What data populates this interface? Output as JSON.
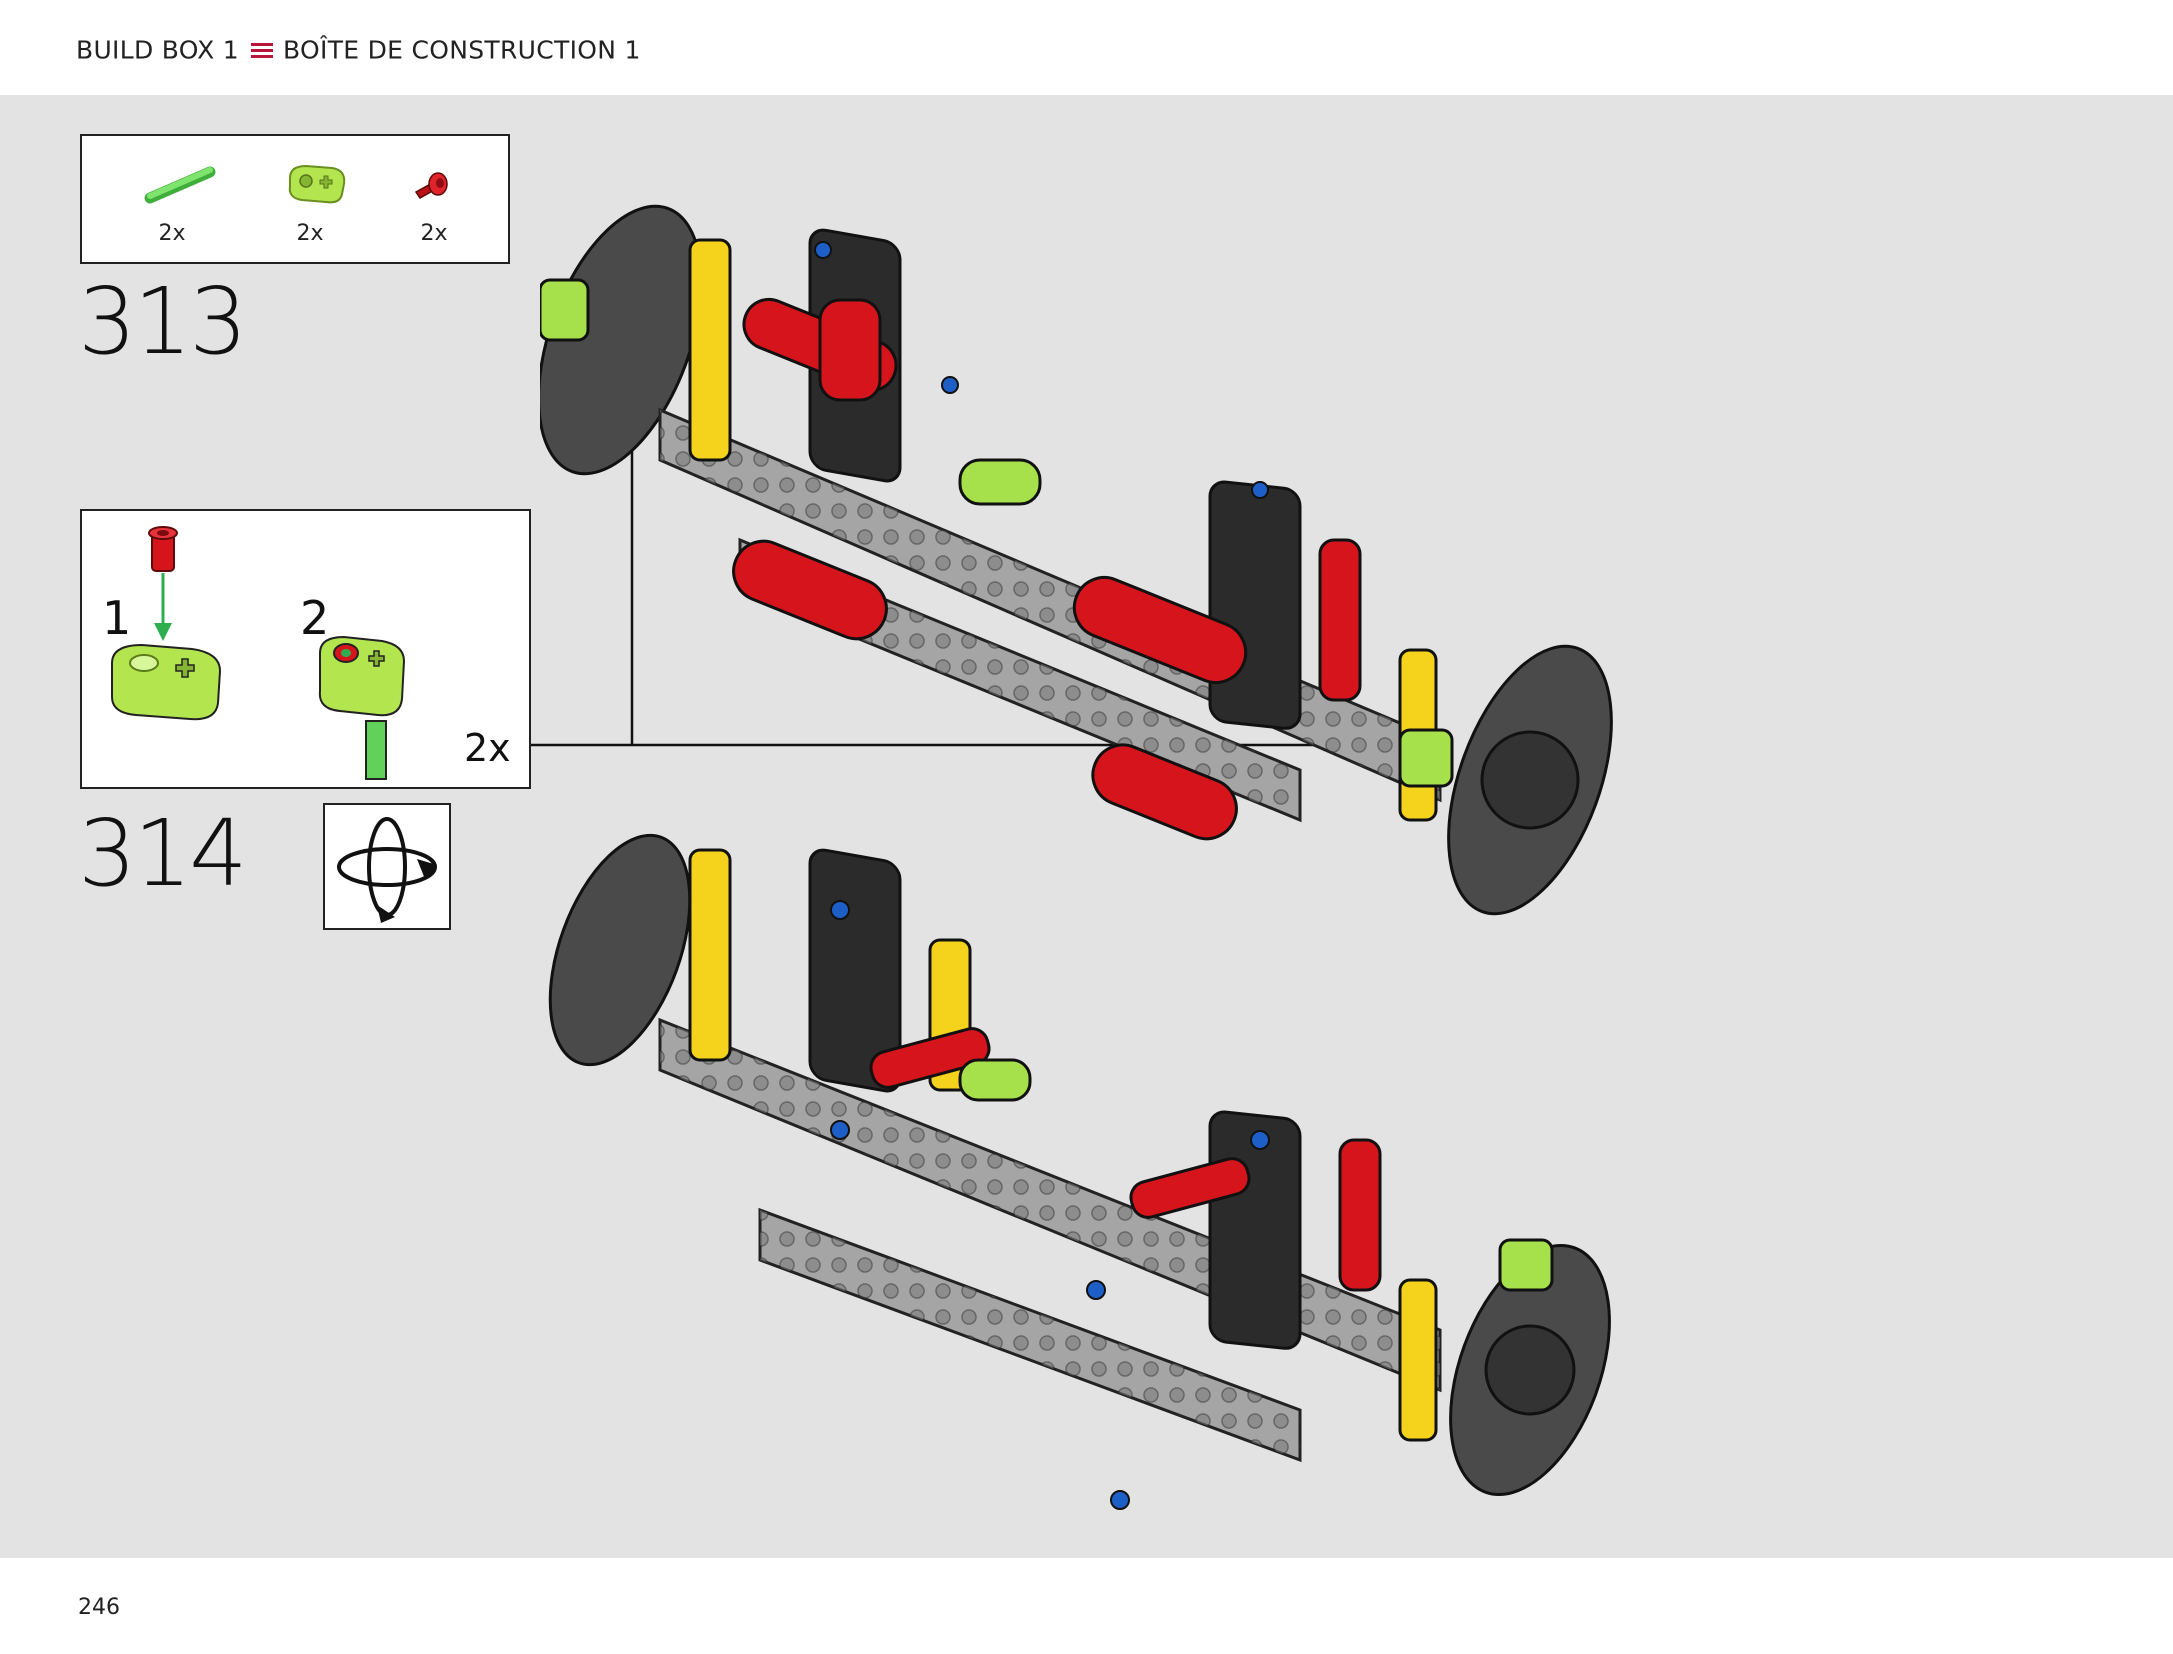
{
  "header": {
    "title_en": "BUILD BOX 1",
    "title_fr": "BOÎTE DE CONSTRUCTION 1"
  },
  "parts_list": [
    {
      "qty": "2x",
      "icon": "green-axle-icon",
      "color": "#5fd35a"
    },
    {
      "qty": "2x",
      "icon": "lime-liftarm-icon",
      "color": "#a6e04a"
    },
    {
      "qty": "2x",
      "icon": "red-pin-icon",
      "color": "#d6141b"
    }
  ],
  "steps": [
    {
      "number": "313"
    },
    {
      "number": "314"
    }
  ],
  "sub_assembly": {
    "sub_step_1": "1",
    "sub_step_2": "2",
    "multiplier": "2x"
  },
  "icons": {
    "rotate": "rotate-model-icon"
  },
  "colors": {
    "accent": "#b8163a",
    "background": "#e3e3e3",
    "lego_red": "#d6141b",
    "lego_yellow": "#f5d21b",
    "lego_lime": "#a6e04a",
    "lego_gray": "#a5a5a5",
    "lego_black": "#2b2b2b",
    "lego_blue": "#1d5fc7"
  },
  "footer": {
    "page_number": "246"
  }
}
